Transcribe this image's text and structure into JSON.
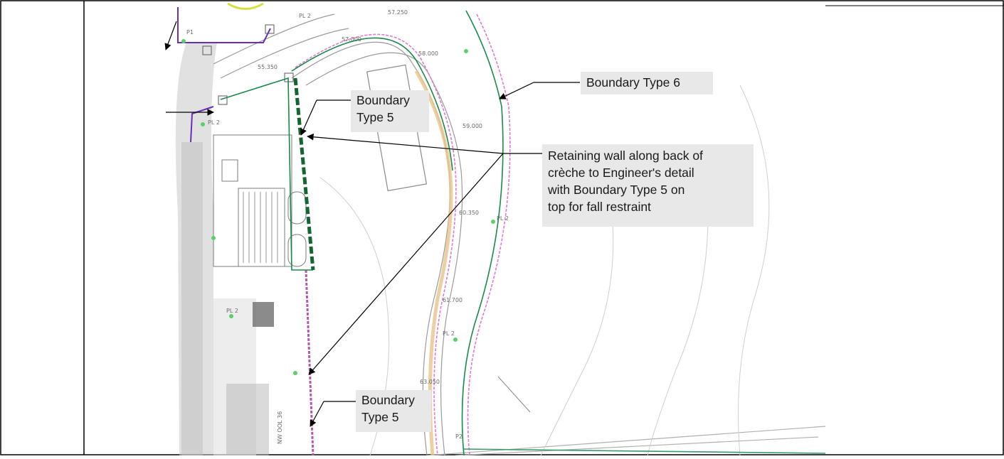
{
  "callouts": {
    "boundary_type_6": {
      "lines": [
        "Boundary Type 6"
      ]
    },
    "boundary_type_5_top": {
      "lines": [
        "Boundary",
        "Type 5"
      ]
    },
    "retaining_wall": {
      "lines": [
        "Retaining wall along back of",
        "crèche to Engineer's detail",
        "with Boundary Type 5 on",
        "top for fall restraint"
      ]
    },
    "boundary_type_5_bottom": {
      "lines": [
        "Boundary",
        "Type 5"
      ]
    }
  },
  "drawing_labels": {
    "level_1": "57.000",
    "level_2": "58.000",
    "level_3": "55.350",
    "level_4": "59.000",
    "level_5": "60.350",
    "level_6": "61.700",
    "level_7": "63.050",
    "level_8": "57.250",
    "pl2_a": "PL 2",
    "pl2_b": "PL 2",
    "pl2_c": "PL 2",
    "pl2_d": "PL 2",
    "pl2_e": "PL 2",
    "p1": "P1",
    "p2": "P2",
    "road_name": "NW OOL 36"
  },
  "colors": {
    "boundary_green": "#1a8a4a",
    "boundary_purple": "#6a2fb5",
    "pink_line": "#e07ad0",
    "road_grey": "#8a8a8a",
    "callout_bg": "#e8e8e8"
  }
}
